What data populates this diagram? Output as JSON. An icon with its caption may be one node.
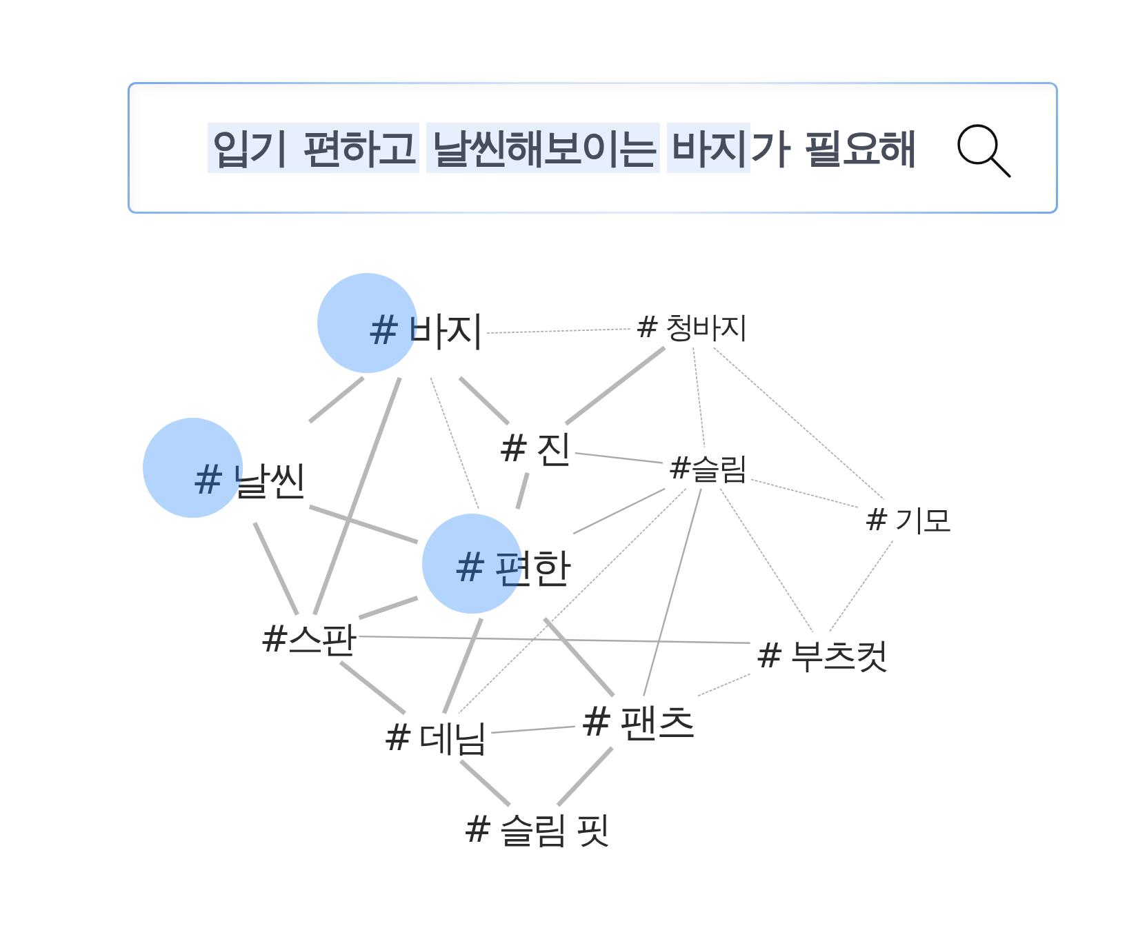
{
  "diagram": {
    "nodes": [
      {
        "text": [
          "가 필요해"
        ]
      },
      {
        "text": [
          "입기 편하고"
        ],
        "in": 0
      },
      {
        "text": [
          "날씬해보이는"
        ],
        "in": 0
      },
      {
        "text": [
          "바지"
        ],
        "in": 0
      },
      {
        "text": [
          "# 바지"
        ]
      },
      {
        "text": [
          "# 청바지"
        ]
      },
      {
        "text": [
          "# 진"
        ]
      },
      {
        "text": [
          "#슬림"
        ]
      },
      {
        "text": [
          "# 날씬"
        ]
      },
      {
        "text": [
          "# 기모"
        ]
      },
      {
        "text": [
          "# 편한"
        ]
      },
      {
        "text": [
          "#스판"
        ]
      },
      {
        "text": [
          "# 부츠컷"
        ]
      },
      {
        "text": [
          "# 데님"
        ]
      },
      {
        "text": [
          "# 팬츠"
        ]
      },
      {
        "text": [
          "# 슬림 핏"
        ]
      }
    ],
    "edges": [
      {
        "from": 4,
        "to": 5,
        "arrow": "none",
        "style": "dashed"
      },
      {
        "from": 4,
        "to": 8,
        "arrow": "none",
        "style": "thick"
      },
      {
        "from": 4,
        "to": 11,
        "arrow": "none",
        "style": "thick"
      },
      {
        "from": 4,
        "to": 6,
        "arrow": "none",
        "style": "thick"
      },
      {
        "from": 4,
        "to": 10,
        "arrow": "none",
        "style": "dashed"
      },
      {
        "from": 5,
        "to": 6,
        "arrow": "none",
        "style": "thick"
      },
      {
        "from": 5,
        "to": 7,
        "arrow": "none",
        "style": "dashed"
      },
      {
        "from": 5,
        "to": 9,
        "arrow": "none",
        "style": "dashed"
      },
      {
        "from": 6,
        "to": 7,
        "arrow": "none"
      },
      {
        "from": 6,
        "to": 10,
        "arrow": "none",
        "style": "thick"
      },
      {
        "from": 8,
        "to": 10,
        "arrow": "none",
        "style": "thick"
      },
      {
        "from": 7,
        "to": 9,
        "arrow": "none",
        "style": "dashed"
      },
      {
        "from": 8,
        "to": 11,
        "arrow": "none",
        "style": "thick"
      },
      {
        "from": 10,
        "to": 7,
        "arrow": "none"
      },
      {
        "from": 10,
        "to": 11,
        "arrow": "none",
        "style": "thick"
      },
      {
        "from": 9,
        "to": 12,
        "arrow": "none",
        "style": "dashed"
      },
      {
        "from": 7,
        "to": 13,
        "arrow": "none",
        "style": "dashed"
      },
      {
        "from": 7,
        "to": 14,
        "arrow": "none"
      },
      {
        "from": 7,
        "to": 12,
        "arrow": "none",
        "style": "dashed"
      },
      {
        "from": 11,
        "to": 12,
        "arrow": "none"
      },
      {
        "from": 10,
        "to": 13,
        "arrow": "none",
        "style": "thick"
      },
      {
        "from": 10,
        "to": 14,
        "arrow": "none",
        "style": "thick"
      },
      {
        "from": 11,
        "to": 13,
        "arrow": "none",
        "style": "thick"
      },
      {
        "from": 13,
        "to": 14,
        "arrow": "none"
      },
      {
        "from": 12,
        "to": 14,
        "arrow": "none",
        "style": "dashed"
      },
      {
        "from": 13,
        "to": 15,
        "arrow": "none",
        "style": "thick"
      },
      {
        "from": 14,
        "to": 15,
        "arrow": "none",
        "style": "thick"
      }
    ]
  }
}
